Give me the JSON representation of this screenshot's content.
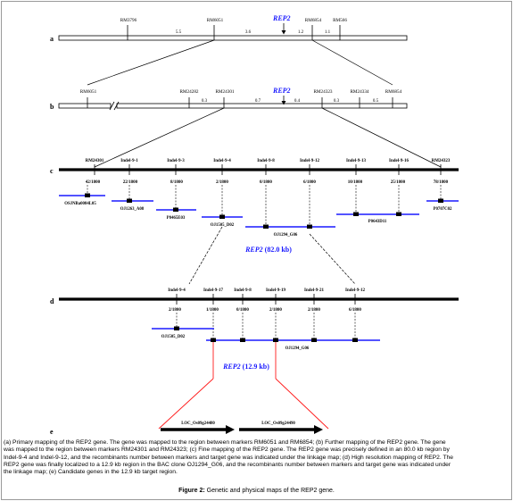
{
  "panel_a": {
    "label": "a",
    "gene": "REP2",
    "markers": [
      "RM3796",
      "RM6051",
      "RM6854",
      "RM566"
    ],
    "distances": [
      "5.5",
      "3.6",
      "1.2",
      "1.1"
    ]
  },
  "panel_b": {
    "label": "b",
    "gene": "REP2",
    "markers": [
      "RM6051",
      "RM24282",
      "RM24301",
      "RM24323",
      "RM24334",
      "RM6854"
    ],
    "distances": [
      "0.3",
      "0.7",
      "0.4",
      "0.3",
      "0.5"
    ]
  },
  "panel_c": {
    "label": "c",
    "markers": [
      "RM24301",
      "Indel-9-1",
      "Indel-9-3",
      "Indel-9-4",
      "Indel-9-8",
      "Indel-9-12",
      "Indel-9-13",
      "Indel-9-16",
      "RM24323"
    ],
    "recombinants": [
      "42/1800",
      "22/1800",
      "8/1800",
      "2/1800",
      "0/1800",
      "6/1800",
      "10/1800",
      "25/1800",
      "78/1800"
    ],
    "clones": [
      "OSJNBa0084L05",
      "OJ1263_A08",
      "P0465E03",
      "OJ1505_D02",
      "OJ1294_G06",
      "P0643D11",
      "P0707C02"
    ],
    "region_gene": "REP2",
    "region_size": "(82.0 kb)"
  },
  "panel_d": {
    "label": "d",
    "markers": [
      "Indel-9-4",
      "Indel-9-17",
      "Indel-9-8",
      "Indel-9-19",
      "Indel-9-21",
      "Indel-9-12"
    ],
    "recombinants": [
      "2/1800",
      "1/1800",
      "0/1800",
      "2/1800",
      "2/1800",
      "6/1800"
    ],
    "clones": [
      "OJ1505_D02",
      "OJ1294_G06"
    ],
    "region_gene": "REP2",
    "region_size": "(12.9 kb)"
  },
  "panel_e": {
    "label": "e",
    "genes": [
      "LOC_Os09g24480",
      "LOC_Os09g24490"
    ]
  },
  "caption": {
    "lines": [
      "(a) Primary mapping of the REP2 gene. The gene was mapped to the region between markers RM6051 and RM6854; (b) Further mapping of the REP2 gene. The gene",
      "was mapped to the region between markers RM24301 and RM24323; (c) Fine mapping of the REP2 gene. The REP2 gene was precisely defined in an 80.0 kb region by",
      "Indel-9-4 and Indel-9-12, and the recombinants number between markers and target gene was indicated under the linkage map; (d) High resolution mapping of REP2. The",
      "REP2 gene was finally localized to a 12.9 kb region in the BAC clone OJ1294_G06, and the recombinants number between markers and target gene was indicated under",
      "the linkage map; (e) Candidate genes in the 12.9 kb target region."
    ],
    "figure_label": "Figure 2:",
    "figure_title": "Genetic and physical maps of the REP2 gene."
  },
  "colors": {
    "gene": "#1a1aff",
    "clone": "#1a1aff",
    "zoom": "#ff1a1a",
    "ink": "#000000"
  }
}
